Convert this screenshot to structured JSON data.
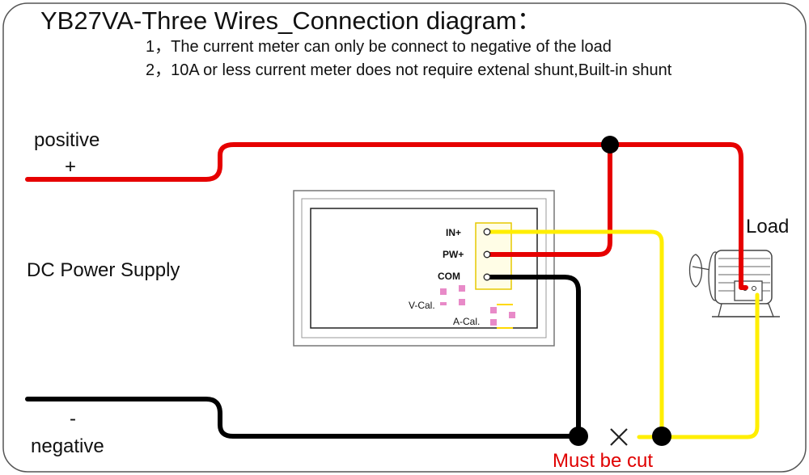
{
  "title": "YB27VA-Three Wires_Connection diagram：",
  "notes": [
    "1，The current meter can only be connect to negative of the load",
    "2，10A or less current meter does not require extenal shunt,Built-in shunt"
  ],
  "labels": {
    "positive": "positive",
    "plus": "+",
    "supply": "DC Power Supply",
    "minus": "-",
    "negative": "negative",
    "load": "Load",
    "must_cut": "Must be cut"
  },
  "meter": {
    "terminals": [
      "IN+",
      "PW+",
      "COM"
    ],
    "v_cal": "V-Cal.",
    "a_cal": "A-Cal."
  },
  "colors": {
    "positive_wire": "#e60000",
    "negative_wire": "#000000",
    "signal_wire": "#ffee00",
    "warning_text": "#e00000",
    "cal_pad": "#e88ac8",
    "frame": "#666666"
  },
  "icons": [
    "cross-icon",
    "motor-icon",
    "junction-dot-icon"
  ]
}
